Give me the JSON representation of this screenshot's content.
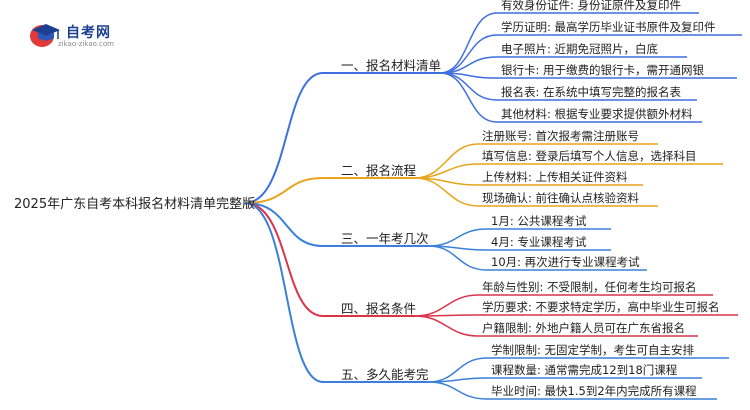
{
  "logo": {
    "title": "自考网",
    "url": "zikao-zikao.com"
  },
  "root": {
    "label": "2025年广东自考本科报名材料清单完整版"
  },
  "branches": [
    {
      "label": "一、报名材料清单",
      "color": "#3f6ee0",
      "leaves": [
        "有效身份证件: 身份证原件及复印件",
        "学历证明: 最高学历毕业证书原件及复印件",
        "电子照片: 近期免冠照片，白底",
        "银行卡: 用于缴费的银行卡，需开通网银",
        "报名表: 在系统中填写完整的报名表",
        "其他材料: 根据专业要求提供额外材料"
      ]
    },
    {
      "label": "二、报名流程",
      "color": "#e8a41a",
      "leaves": [
        "注册账号: 首次报考需注册账号",
        "填写信息: 登录后填写个人信息，选择科目",
        "上传材料: 上传相关证件资料",
        "现场确认: 前往确认点核验资料"
      ]
    },
    {
      "label": "三、一年考几次",
      "color": "#3a7fd9",
      "leaves": [
        "1月: 公共课程考试",
        "4月: 专业课程考试",
        "10月: 再次进行专业课程考试"
      ]
    },
    {
      "label": "四、报名条件",
      "color": "#d9344a",
      "leaves": [
        "年龄与性别: 不受限制，任何考生均可报名",
        "学历要求: 不要求特定学历，高中毕业生可报名",
        "户籍限制: 外地户籍人员可在广东省报名"
      ]
    },
    {
      "label": "五、多久能考完",
      "color": "#3a7fd9",
      "leaves": [
        "学制限制: 无固定学制，考生可自主安排",
        "课程数量: 通常需完成12到18门课程",
        "毕业时间: 最快1.5到2年内完成所有课程"
      ]
    }
  ]
}
